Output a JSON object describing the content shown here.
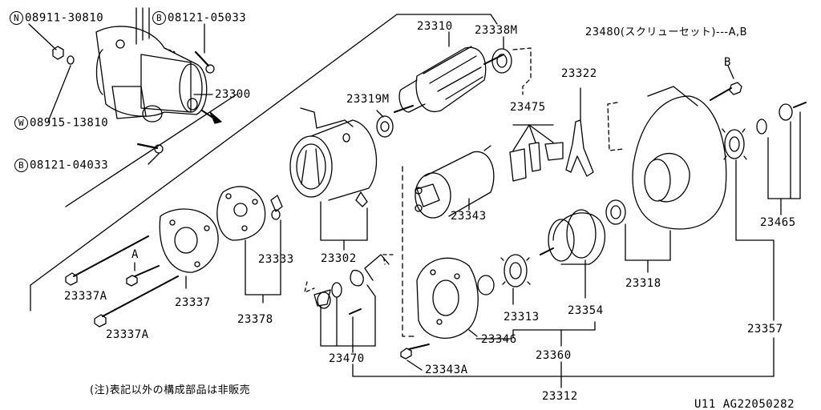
{
  "diagram": {
    "part_numbers": {
      "p23310": "23310",
      "p23338m": "23338M",
      "p23480": "23480(スクリューセット)---A,B",
      "p23300": "23300",
      "p23319m": "23319M",
      "p23475": "23475",
      "p23322": "23322",
      "p23343": "23343",
      "p23302": "23302",
      "p23333": "23333",
      "p23378": "23378",
      "p23337a_1": "23337A",
      "p23337": "23337",
      "p23337a_2": "23337A",
      "p23465": "23465",
      "p23318": "23318",
      "p23313": "23313",
      "p23354": "23354",
      "p23346": "23346",
      "p23360": "23360",
      "p23470": "23470",
      "p23343a": "23343A",
      "p23357": "23357",
      "p23312": "23312"
    },
    "callouts": {
      "n_letter": "N",
      "n_part": "08911-30810",
      "b1_letter": "B",
      "b1_part": "08121-05033",
      "w_letter": "W",
      "w_part": "08915-13810",
      "b2_letter": "B",
      "b2_part": "08121-04033"
    },
    "ref_letters": {
      "a": "A",
      "b": "B"
    },
    "footnote": "(注)表記以外の構成部品は非販売",
    "diagram_code": "U11 AG22050282"
  }
}
